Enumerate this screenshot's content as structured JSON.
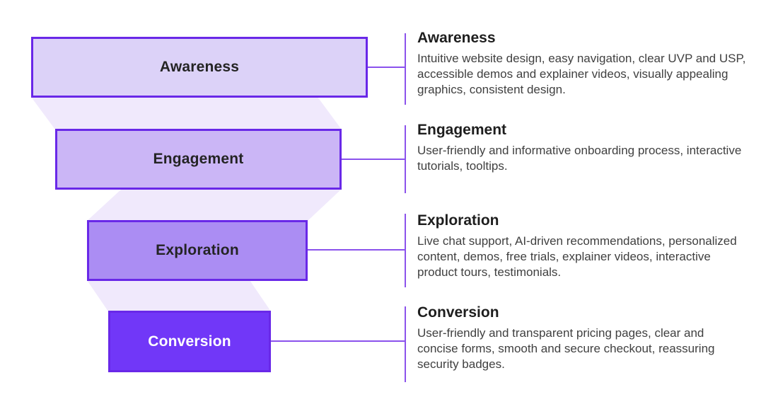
{
  "figure": {
    "type": "funnel-diagram",
    "stage_count": 4
  },
  "colors": {
    "background": "#FFFFFF",
    "box_border": "#6928E8",
    "connector_fill": "#F0E9FC",
    "rail": "#8B52EC",
    "title_color": "#1E1E1E",
    "body_color": "#404040"
  },
  "stages": [
    {
      "label": "Awareness",
      "fill": "#DCD2F8",
      "label_color": "#242424",
      "title": "Awareness",
      "description": "Intuitive website design, easy navigation, clear UVP and USP, accessible demos and explainer videos, visually appealing graphics, consistent design."
    },
    {
      "label": "Engagement",
      "fill": "#CBB6F6",
      "label_color": "#242424",
      "title": "Engagement",
      "description": "User-friendly and informative onboarding process, interactive tutorials, tooltips."
    },
    {
      "label": "Exploration",
      "fill": "#AB8DF3",
      "label_color": "#242424",
      "title": "Exploration",
      "description": "Live chat support, AI-driven recommendations, personalized content, demos, free trials, explainer videos, interactive product tours, testimonials."
    },
    {
      "label": "Conversion",
      "fill": "#7137F8",
      "label_color": "#FFFFFF",
      "title": "Conversion",
      "description": "User-friendly and transparent pricing pages, clear and concise forms, smooth and secure checkout, reassuring security badges."
    }
  ]
}
